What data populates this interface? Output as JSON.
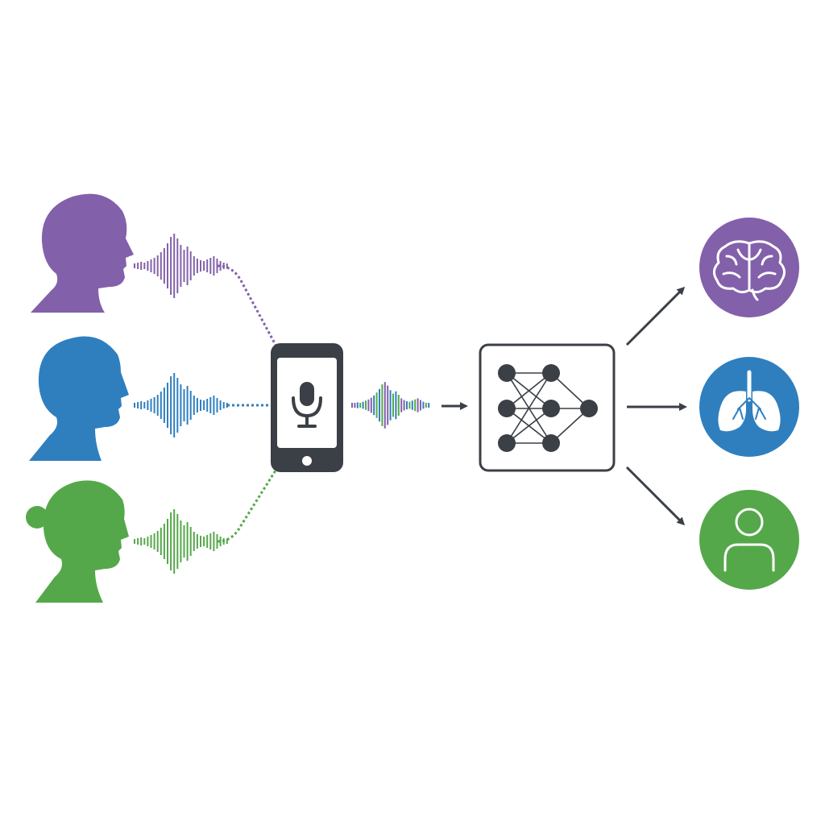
{
  "colors": {
    "purple": "#8360aa",
    "blue": "#2f7fbf",
    "green": "#55a84a",
    "dark": "#3b3f46",
    "background": "#ffffff"
  },
  "speakers": [
    {
      "name": "speaker-purple",
      "color": "#8360aa",
      "profile": "bald-male"
    },
    {
      "name": "speaker-blue",
      "color": "#2f7fbf",
      "profile": "short-hair-male"
    },
    {
      "name": "speaker-green",
      "color": "#55a84a",
      "profile": "bun-female"
    }
  ],
  "device": {
    "icon": "microphone-icon",
    "type": "smartphone"
  },
  "model": {
    "icon": "neural-network-icon"
  },
  "outputs": [
    {
      "icon": "brain-icon",
      "color": "#8360aa"
    },
    {
      "icon": "lungs-icon",
      "color": "#2f7fbf"
    },
    {
      "icon": "person-icon",
      "color": "#55a84a"
    }
  ]
}
